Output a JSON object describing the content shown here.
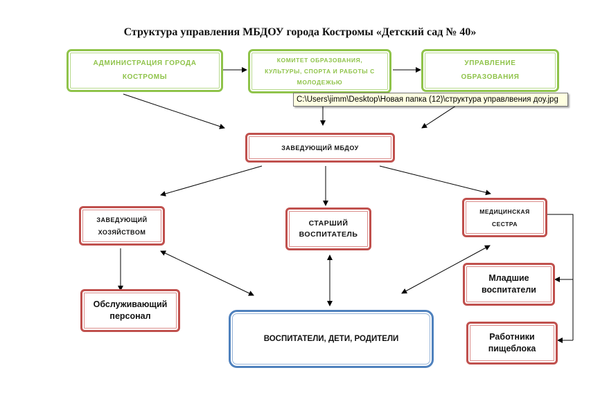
{
  "title": "Структура управления МБДОУ города Костромы «Детский сад № 40»",
  "boxes": {
    "admin": "АДМИНИСТРАЦИЯ ГОРОДА\nКОСТРОМЫ",
    "committee": "КОМИТЕТ ОБРАЗОВАНИЯ,\nКУЛЬТУРЫ, СПОРТА И РАБОТЫ С\nМОЛОДЕЖЬЮ",
    "department": "УПРАВЛЕНИЕ\nОБРАЗОВАНИЯ",
    "head": "ЗАВЕДУЮЩИЙ МБДОУ",
    "household": "ЗАВЕДУЮЩИЙ\nХОЗЯЙСТВОМ",
    "senior": "СТАРШИЙ\nВОСПИТАТЕЛЬ",
    "nurse": "МЕДИЦИНСКАЯ\nСЕСТРА",
    "service": "Обслуживающий\nперсонал",
    "educators": "ВОСПИТАТЕЛИ, ДЕТИ, РОДИТЕЛИ",
    "junior": "Младшие\nвоспитатели",
    "kitchen": "Работники\nпищеблока"
  },
  "tooltip": "C:\\Users\\jimm\\Desktop\\Новая папка (12)\\структура управлвения доу.jpg",
  "colors": {
    "green": "#8fc34a",
    "red": "#c0504d",
    "blue": "#4f81bd"
  }
}
